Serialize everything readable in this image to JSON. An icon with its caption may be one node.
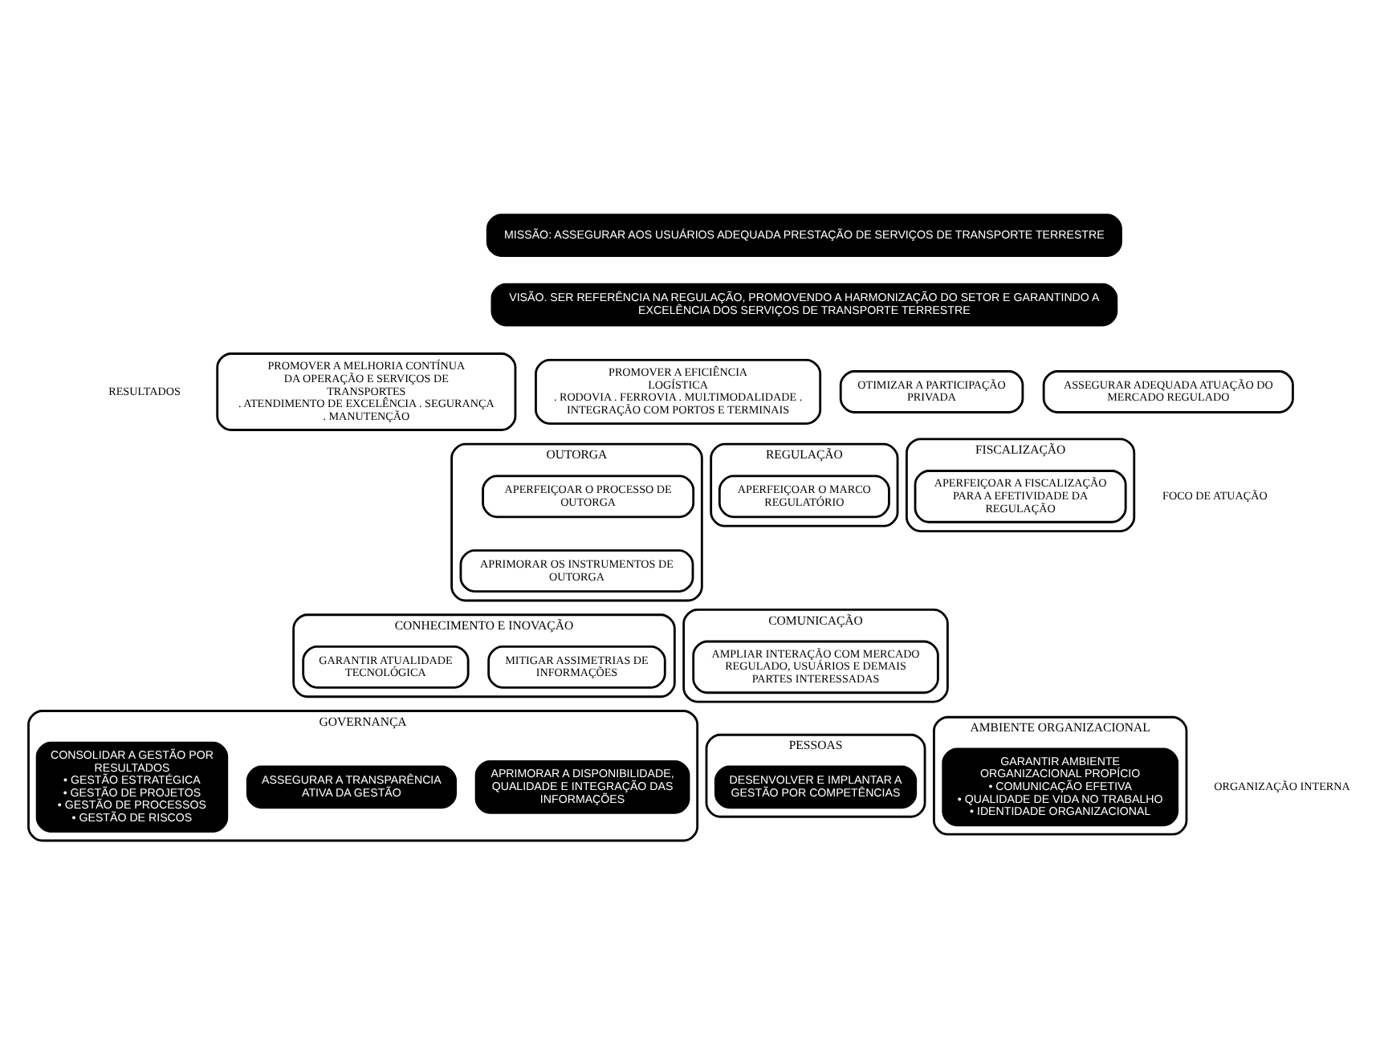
{
  "diagram": {
    "nodes": [
      {
        "text": [
          "MISSÃO: ASSEGURAR AOS USUÁRIOS ADEQUADA PRESTAÇÃO DE SERVIÇOS DE TRANSPORTE TERRESTRE"
        ]
      },
      {
        "text": [
          "VISÃO. SER REFERÊNCIA NA REGULAÇÃO, PROMOVENDO A HARMONIZAÇÃO DO SETOR E GARANTINDO A EXCELÊNCIA DOS SERVIÇOS DE TRANSPORTE TERRESTRE"
        ]
      },
      {
        "text": [
          "ASSEGURAR ADEQUADA ATUAÇÃO DO MERCADO REGULADO"
        ]
      },
      {
        "text": [
          "PROMOVER A MELHORIA CONTÍNUA DA OPERAÇÃO E SERVIÇOS DE TRANSPORTES",
          ". ATENDIMENTO DE EXCELÊNCIA . SEGURANÇA . MANUTENÇÃO"
        ]
      },
      {
        "text": [
          "PROMOVER A EFICIÊNCIA LOGÍSTICA",
          ". RODOVIA . FERROVIA . MULTIMODALIDADE . INTEGRAÇÃO COM PORTOS E TERMINAIS"
        ]
      },
      {
        "text": [
          "OTIMIZAR A PARTICIPAÇÃO PRIVADA"
        ]
      },
      {
        "text": [
          "OUTORGA"
        ]
      },
      {
        "text": [
          "APERFEIÇOAR O PROCESSO DE OUTORGA"
        ],
        "in": 6
      },
      {
        "text": [
          "APRIMORAR OS INSTRUMENTOS DE OUTORGA"
        ],
        "in": 6
      },
      {
        "text": [
          "REGULAÇÃO"
        ]
      },
      {
        "text": [
          "APERFEIÇOAR O MARCO REGULATÓRIO"
        ],
        "in": 9
      },
      {
        "text": [
          "FISCALIZAÇÃO"
        ]
      },
      {
        "text": [
          "APERFEIÇOAR A FISCALIZAÇÃO PARA A EFETIVIDADE DA REGULAÇÃO"
        ],
        "in": 11
      },
      {
        "text": [
          "CONHECIMENTO E INOVAÇÃO"
        ]
      },
      {
        "text": [
          "MITIGAR ASSIMETRIAS DE INFORMAÇÕES"
        ],
        "in": 13
      },
      {
        "text": [
          "GARANTIR ATUALIDADE TECNOLÓGICA"
        ],
        "in": 13
      },
      {
        "text": [
          "COMUNICAÇÃO"
        ]
      },
      {
        "text": [
          "AMPLIAR INTERAÇÃO COM MERCADO REGULADO, USUÁRIOS E DEMAIS PARTES INTERESSADAS"
        ],
        "in": 16
      },
      {
        "text": [
          "GOVERNANÇA"
        ]
      },
      {
        "text": [
          "CONSOLIDAR A GESTÃO POR RESULTADOS",
          "• GESTÃO ESTRATÉGICA",
          "• GESTÃO DE PROJETOS",
          "• GESTÃO DE PROCESSOS",
          "• GESTÃO DE RISCOS"
        ],
        "in": 18
      },
      {
        "text": [
          "APRIMORAR A DISPONIBILIDADE, QUALIDADE E INTEGRAÇÃO DAS INFORMAÇÕES"
        ],
        "in": 18
      },
      {
        "text": [
          "ASSEGURAR A TRANSPARÊNCIA ATIVA DA GESTÃO"
        ],
        "in": 18
      },
      {
        "text": [
          "PESSOAS"
        ]
      },
      {
        "text": [
          "DESENVOLVER E IMPLANTAR A GESTÃO POR COMPETÊNCIAS"
        ],
        "in": 22
      },
      {
        "text": [
          "AMBIENTE ORGANIZACIONAL"
        ]
      },
      {
        "text": [
          "GARANTIR AMBIENTE ORGANIZACIONAL PROPÍCIO",
          "• COMUNICAÇÃO EFETIVA",
          "• QUALIDADE DE VIDA NO TRABALHO",
          "• IDENTIDADE ORGANIZACIONAL"
        ],
        "in": 24
      }
    ],
    "edges": [],
    "labels": [
      "RESULTADOS",
      "FOCO DE ATUAÇÃO",
      "ORGANIZAÇÃO INTERNA"
    ]
  }
}
